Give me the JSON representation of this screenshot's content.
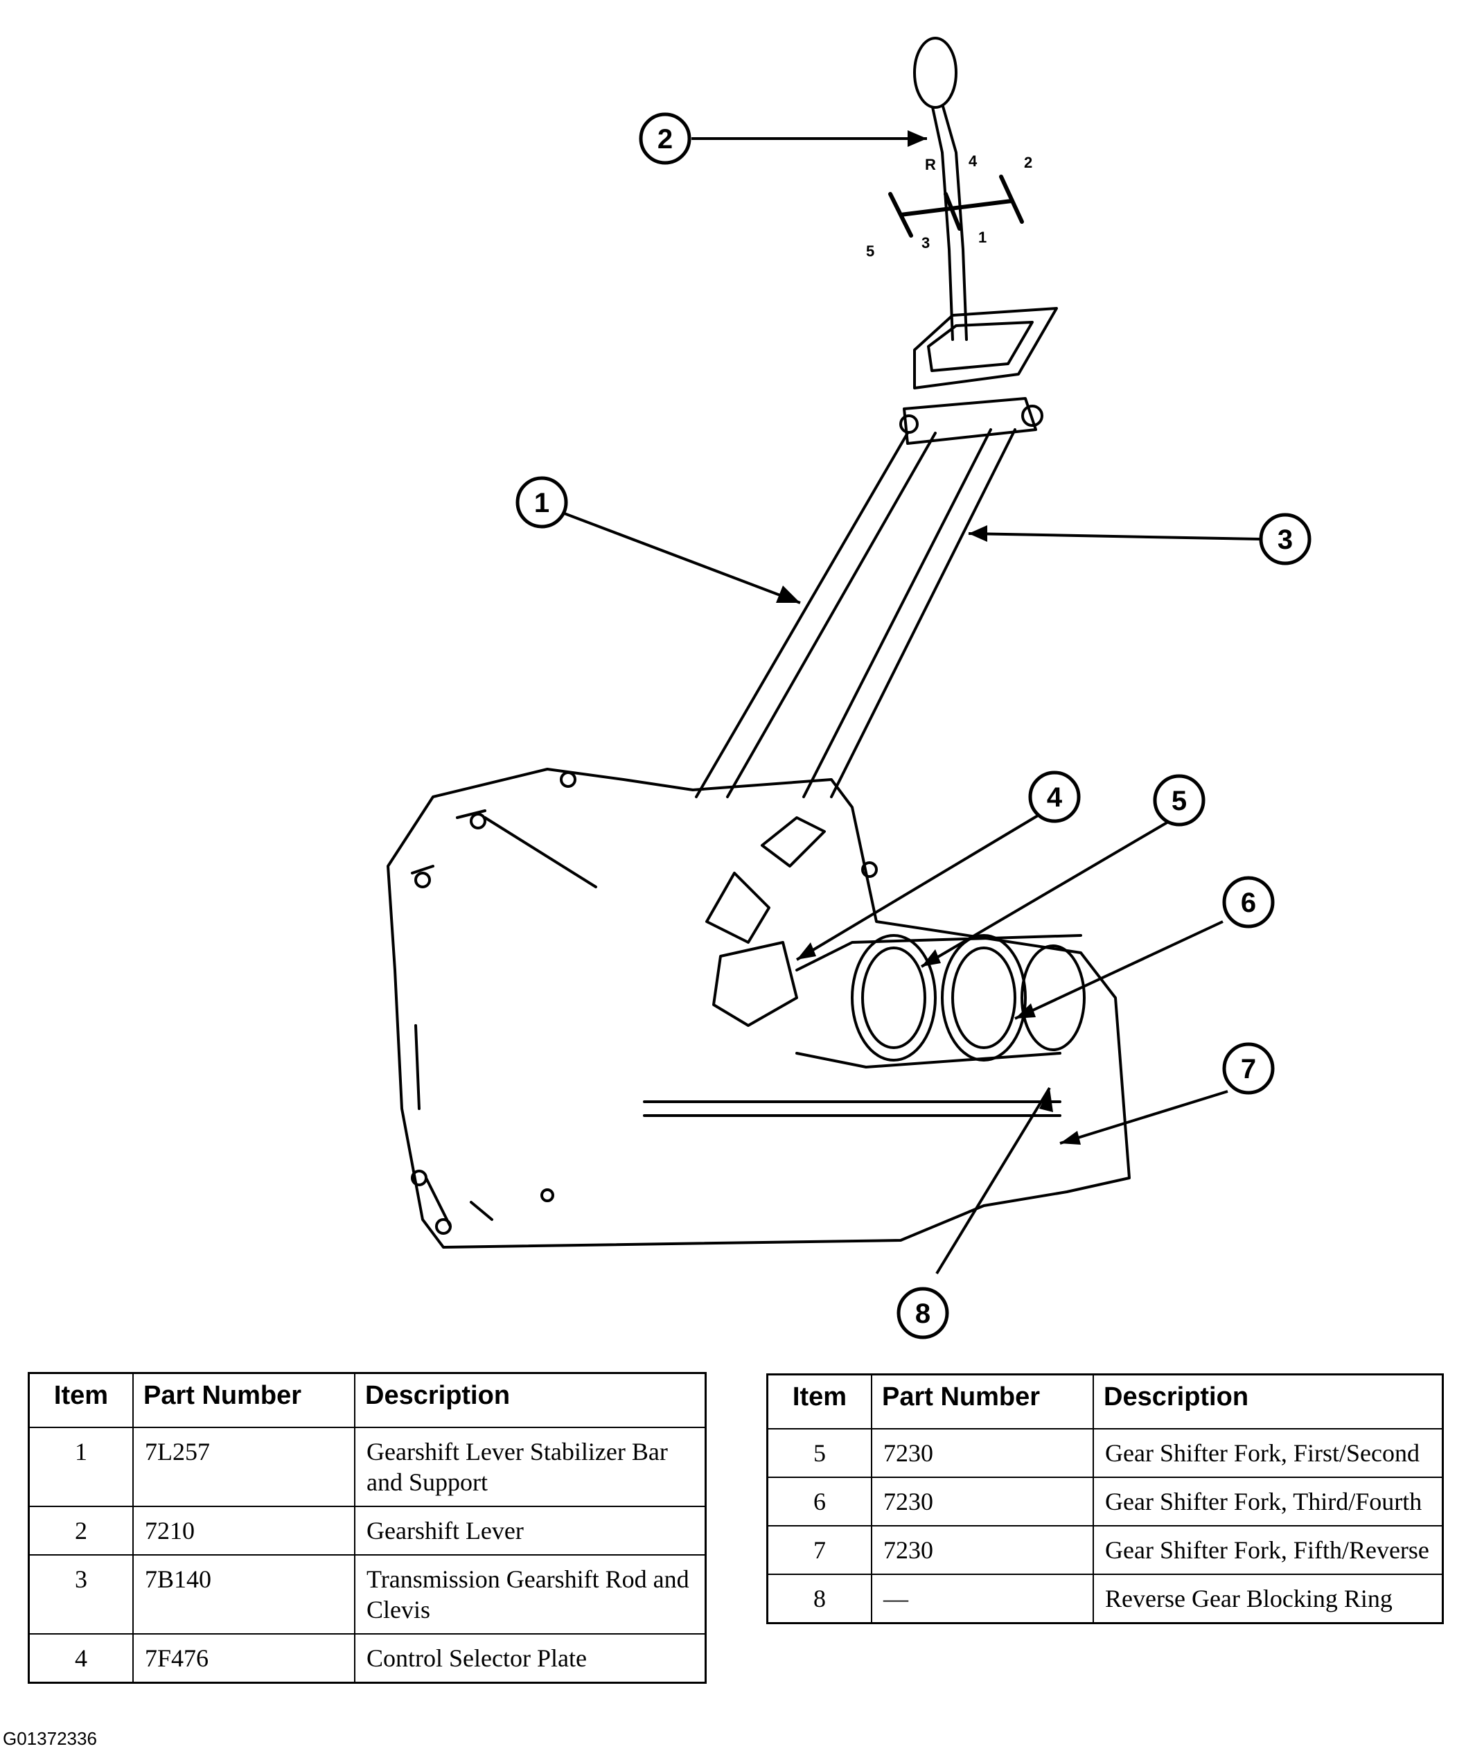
{
  "callouts": [
    "1",
    "2",
    "3",
    "4",
    "5",
    "6",
    "7",
    "8"
  ],
  "shift_pattern": [
    "R",
    "4",
    "2",
    "5",
    "3",
    "1"
  ],
  "tables": {
    "headers": {
      "item": "Item",
      "part": "Part Number",
      "desc": "Description"
    },
    "left": [
      {
        "item": "1",
        "part": "7L257",
        "desc": "Gearshift Lever Stabilizer Bar and Support"
      },
      {
        "item": "2",
        "part": "7210",
        "desc": "Gearshift Lever"
      },
      {
        "item": "3",
        "part": "7B140",
        "desc": "Transmission Gearshift Rod and Clevis"
      },
      {
        "item": "4",
        "part": "7F476",
        "desc": "Control Selector Plate"
      }
    ],
    "right": [
      {
        "item": "5",
        "part": "7230",
        "desc": "Gear Shifter Fork, First/Second"
      },
      {
        "item": "6",
        "part": "7230",
        "desc": "Gear Shifter Fork, Third/Fourth"
      },
      {
        "item": "7",
        "part": "7230",
        "desc": "Gear Shifter Fork, Fifth/Reverse"
      },
      {
        "item": "8",
        "part": "—",
        "desc": "Reverse Gear Blocking Ring"
      }
    ]
  },
  "image_id": "G01372336"
}
